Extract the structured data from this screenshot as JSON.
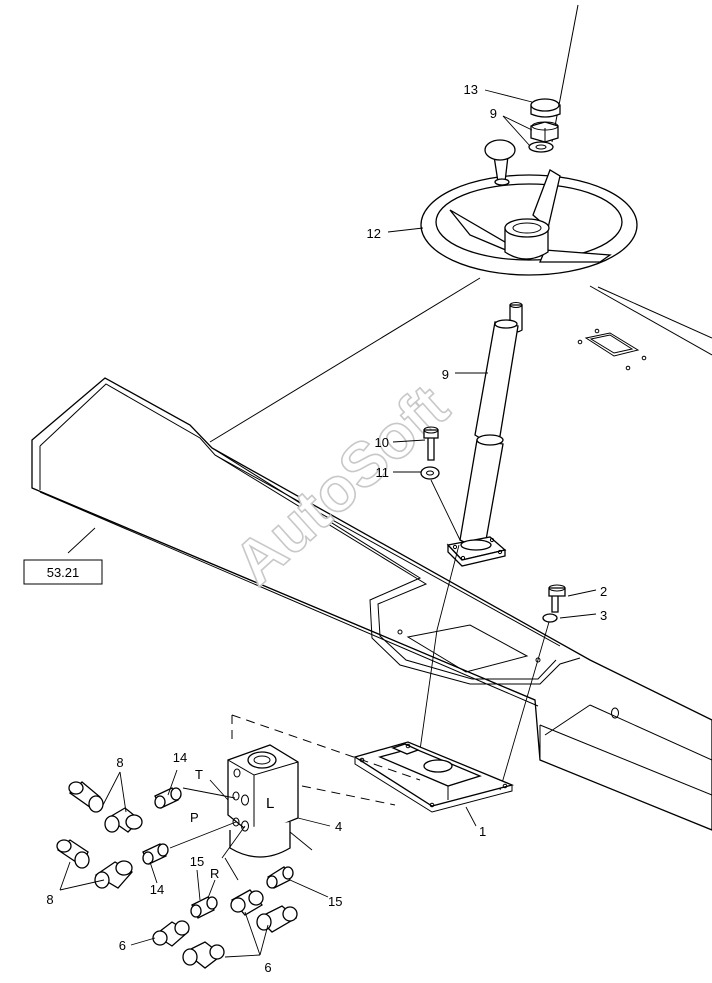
{
  "watermark": "AutoSoft",
  "reference_box": "53.21",
  "callouts": {
    "c13": "13",
    "c9a": "9",
    "c12": "12",
    "c9b": "9",
    "c10": "10",
    "c11": "11",
    "c2": "2",
    "c3": "3",
    "c1": "1",
    "c4": "4",
    "c8a": "8",
    "c8b": "8",
    "c14a": "14",
    "c14b": "14",
    "c15a": "15",
    "c15b": "15",
    "c6a": "6",
    "c6b": "6"
  },
  "port_labels": {
    "T": "T",
    "P": "P",
    "L": "L",
    "R": "R"
  }
}
